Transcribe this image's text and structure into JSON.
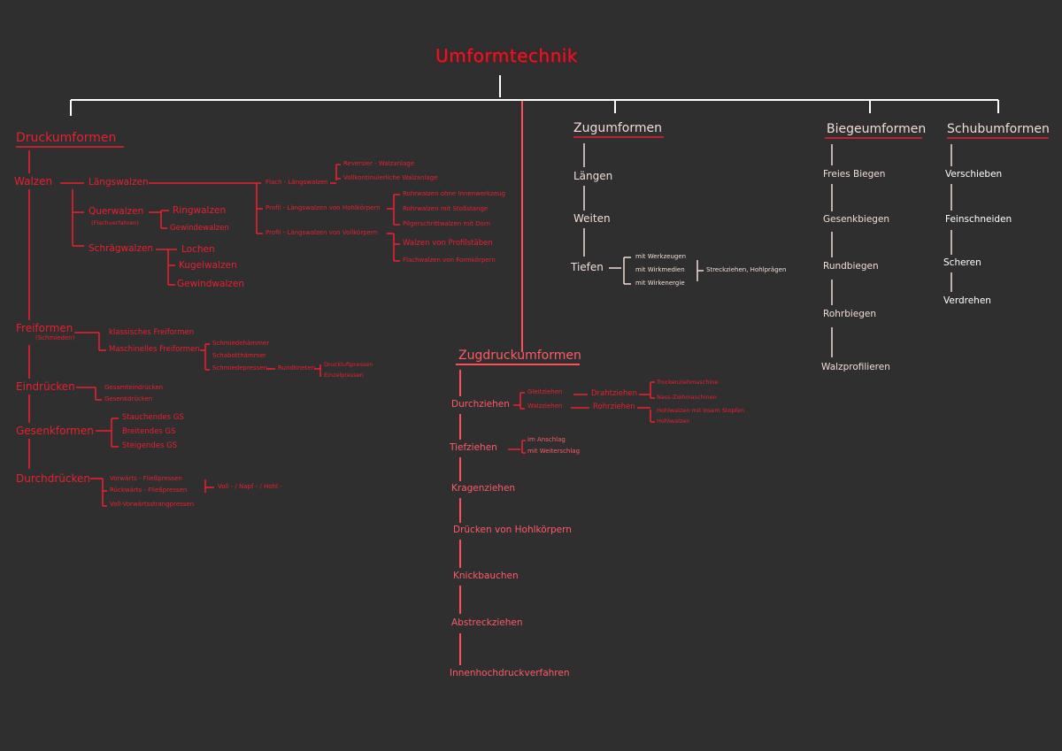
{
  "title": "Umformtechnik",
  "colors": {
    "background": "#2f2f2f",
    "red": "#e8202f",
    "pink": "#ff5a68",
    "light": "#f2dcd6",
    "white": "#ffffff"
  },
  "druck": {
    "heading": "Druckumformen",
    "walzen": {
      "label": "Walzen",
      "laengs": {
        "label": "Längswalzen",
        "flach": {
          "label": "Flach - Längswalzen",
          "items": [
            "Reversier - Walzanlage",
            "Vollkontinuierliche Walzanlage"
          ]
        },
        "hohl": {
          "label": "Profil - Längswalzen von Hohlkörpern",
          "items": [
            "Rohrwalzen ohne Innenwerkzeug",
            "Rohrwalzen mit Stoßstange",
            "Pilgerschrittwalzen mit Dorn"
          ]
        },
        "voll": {
          "label": "Profil - Längswalzen von Vollkörpern",
          "items": [
            "Walzen von Profilstäben",
            "Flachwalzen von Formkörpern"
          ]
        }
      },
      "quer": {
        "label": "Querwalzen",
        "note": "(Flachverfahren)",
        "items": [
          "Ringwalzen",
          "Gewindewalzen"
        ]
      },
      "schraeg": {
        "label": "Schrägwalzen",
        "items": [
          "Lochen",
          "Kugelwalzen",
          "Gewindwalzen"
        ]
      }
    },
    "freiformen": {
      "label": "Freiformen",
      "note": "(Schmieden)",
      "items": [
        "klassisches Freiformen",
        "Maschinelles Freiformen"
      ],
      "maschinell": [
        "Schmiedehämmer",
        "Schabotthämmer",
        "Schmiedepressen"
      ],
      "rundkneten": {
        "label": "Rundkneten",
        "items": [
          "Druckluftpressen",
          "Einzelpressen"
        ]
      }
    },
    "eindruecken": {
      "label": "Eindrücken",
      "items": [
        "Gesamteindrücken",
        "Gesenkdrücken"
      ]
    },
    "gesenkformen": {
      "label": "Gesenkformen",
      "items": [
        "Stauchendes GS",
        "Breitendes GS",
        "Steigendes GS"
      ]
    },
    "durchdruecken": {
      "label": "Durchdrücken",
      "items": [
        "Vorwärts - Fließpressen",
        "Rückwärts - Fließpressen",
        "Voll-Vorwärtsstrangpressen"
      ],
      "variants": "Voll - / Napf - / Hohl -"
    }
  },
  "zug": {
    "heading": "Zugumformen",
    "items": [
      "Längen",
      "Weiten",
      "Tiefen"
    ],
    "tiefen_items": [
      "mit Werkzeugen",
      "mit Wirkmedien",
      "mit Wirkenergie"
    ],
    "tiefen_result": "Streckziehen, Hohlprägen"
  },
  "biege": {
    "heading": "Biegeumformen",
    "items": [
      "Freies Biegen",
      "Gesenkbiegen",
      "Rundbiegen",
      "Rohrbiegen",
      "Walzprofilieren"
    ]
  },
  "schub": {
    "heading": "Schubumformen",
    "items": [
      "Verschieben",
      "Feinschneiden",
      "Scheren",
      "Verdrehen"
    ]
  },
  "zugdruck": {
    "heading": "Zugdruckumformen",
    "durchziehen": {
      "label": "Durchziehen",
      "gleit": {
        "label": "Gleitziehen",
        "target": "Drahtziehen",
        "items": [
          "Trockenziehmaschine",
          "Nass-Ziehmaschinen"
        ]
      },
      "walz": {
        "label": "Walzziehen",
        "target": "Rohrziehen",
        "items": [
          "Hohlwalzen mit losem Stopfen",
          "Hohlwalzen"
        ]
      }
    },
    "tiefziehen": {
      "label": "Tiefziehen",
      "items": [
        "im Anschlag",
        "mit Weiterschlag"
      ]
    },
    "items": [
      "Kragenziehen",
      "Drücken von Hohlkörpern",
      "Knickbauchen",
      "Abstreckziehen",
      "Innenhochdruckverfahren"
    ]
  }
}
